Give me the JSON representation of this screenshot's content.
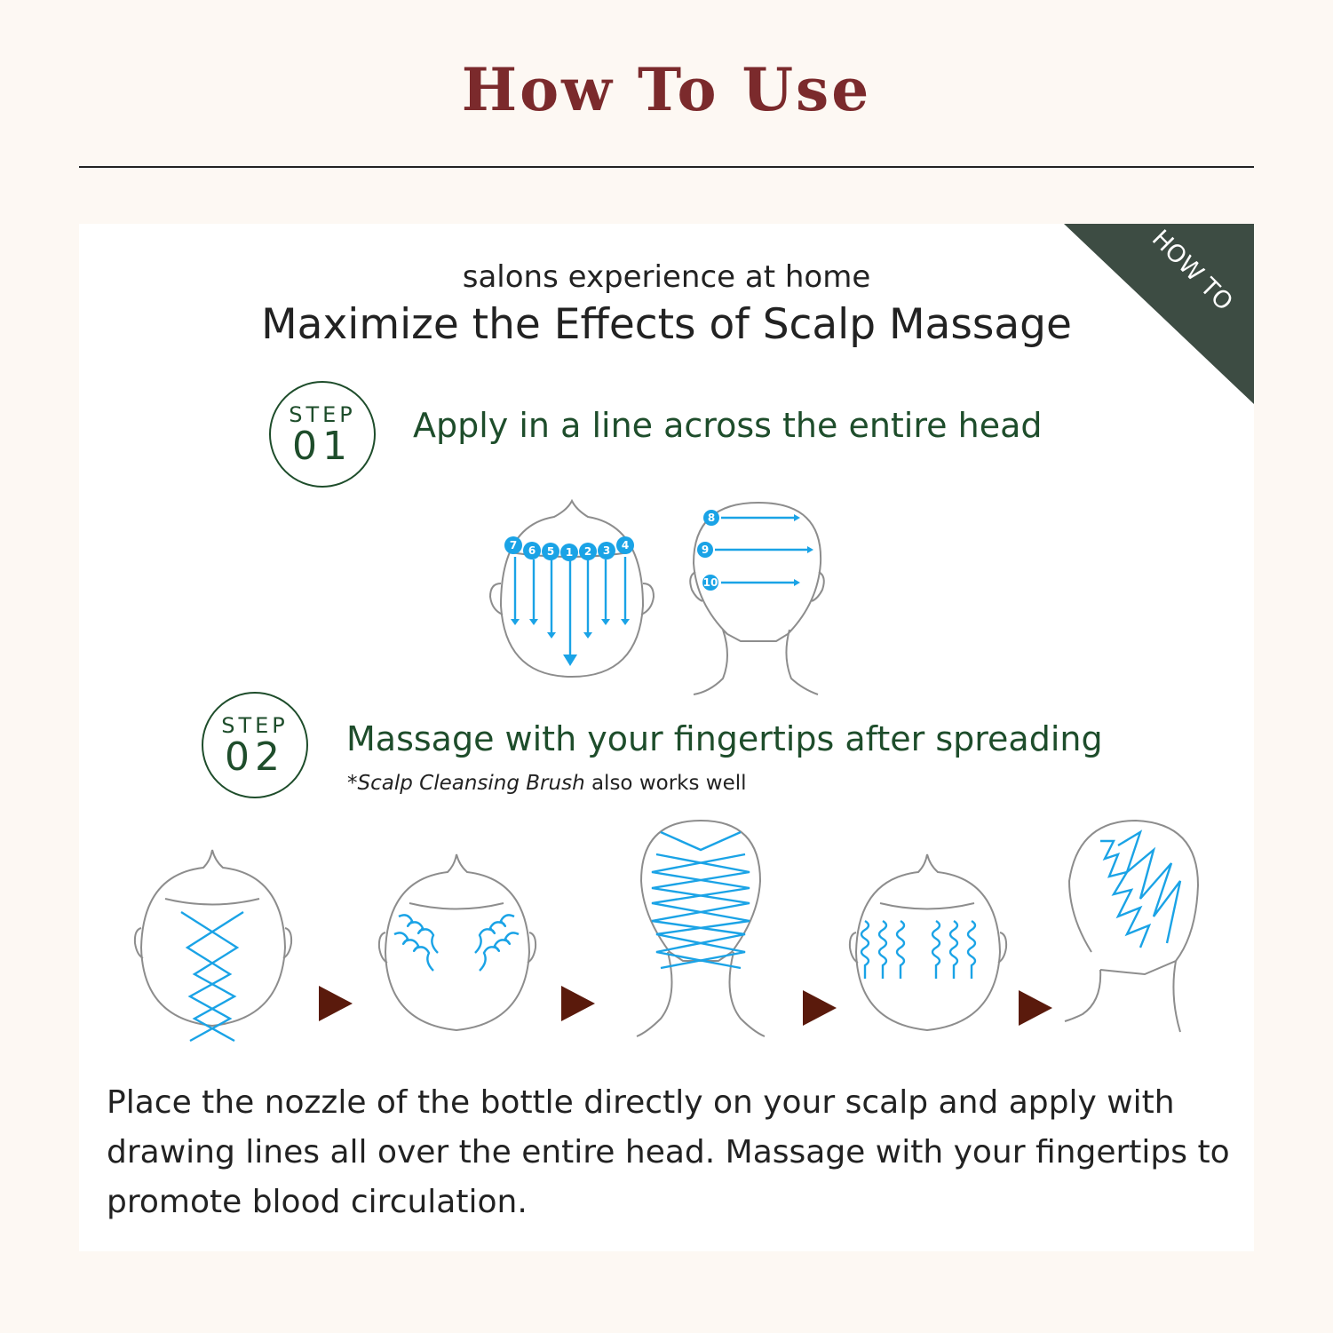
{
  "header": {
    "title": "How To Use"
  },
  "badge": {
    "label": "HOW TO"
  },
  "intro": {
    "subtitle": "salons experience at home",
    "headline": "Maximize the Effects of Scalp Massage"
  },
  "steps": [
    {
      "label": "STEP",
      "number": "01",
      "title": "Apply in a line across the entire head",
      "note_italic": "",
      "note_rest": ""
    },
    {
      "label": "STEP",
      "number": "02",
      "title": "Massage with your fingertips after spreading",
      "note_italic": "*Scalp Cleansing Brush",
      "note_rest": " also works well"
    }
  ],
  "step1_diagram": {
    "front_points": [
      "7",
      "6",
      "5",
      "1",
      "2",
      "3",
      "4"
    ],
    "back_points": [
      "8",
      "9",
      "10"
    ]
  },
  "step2_diagram": {
    "sequence": [
      "criss-cross top",
      "spirals sides",
      "criss-cross back",
      "spirals rows",
      "zigzag side"
    ],
    "arrow_color": "#5a1a0c"
  },
  "description": "Place the nozzle of the bottle directly on your scalp and apply with drawing lines all over the entire head. Massage with your fingertips to promote blood circulation.",
  "colors": {
    "title": "#7b2a2c",
    "green": "#1e4d2b",
    "badge": "#3d4c43",
    "blue": "#1aa3e6",
    "background": "#fdf8f3"
  }
}
